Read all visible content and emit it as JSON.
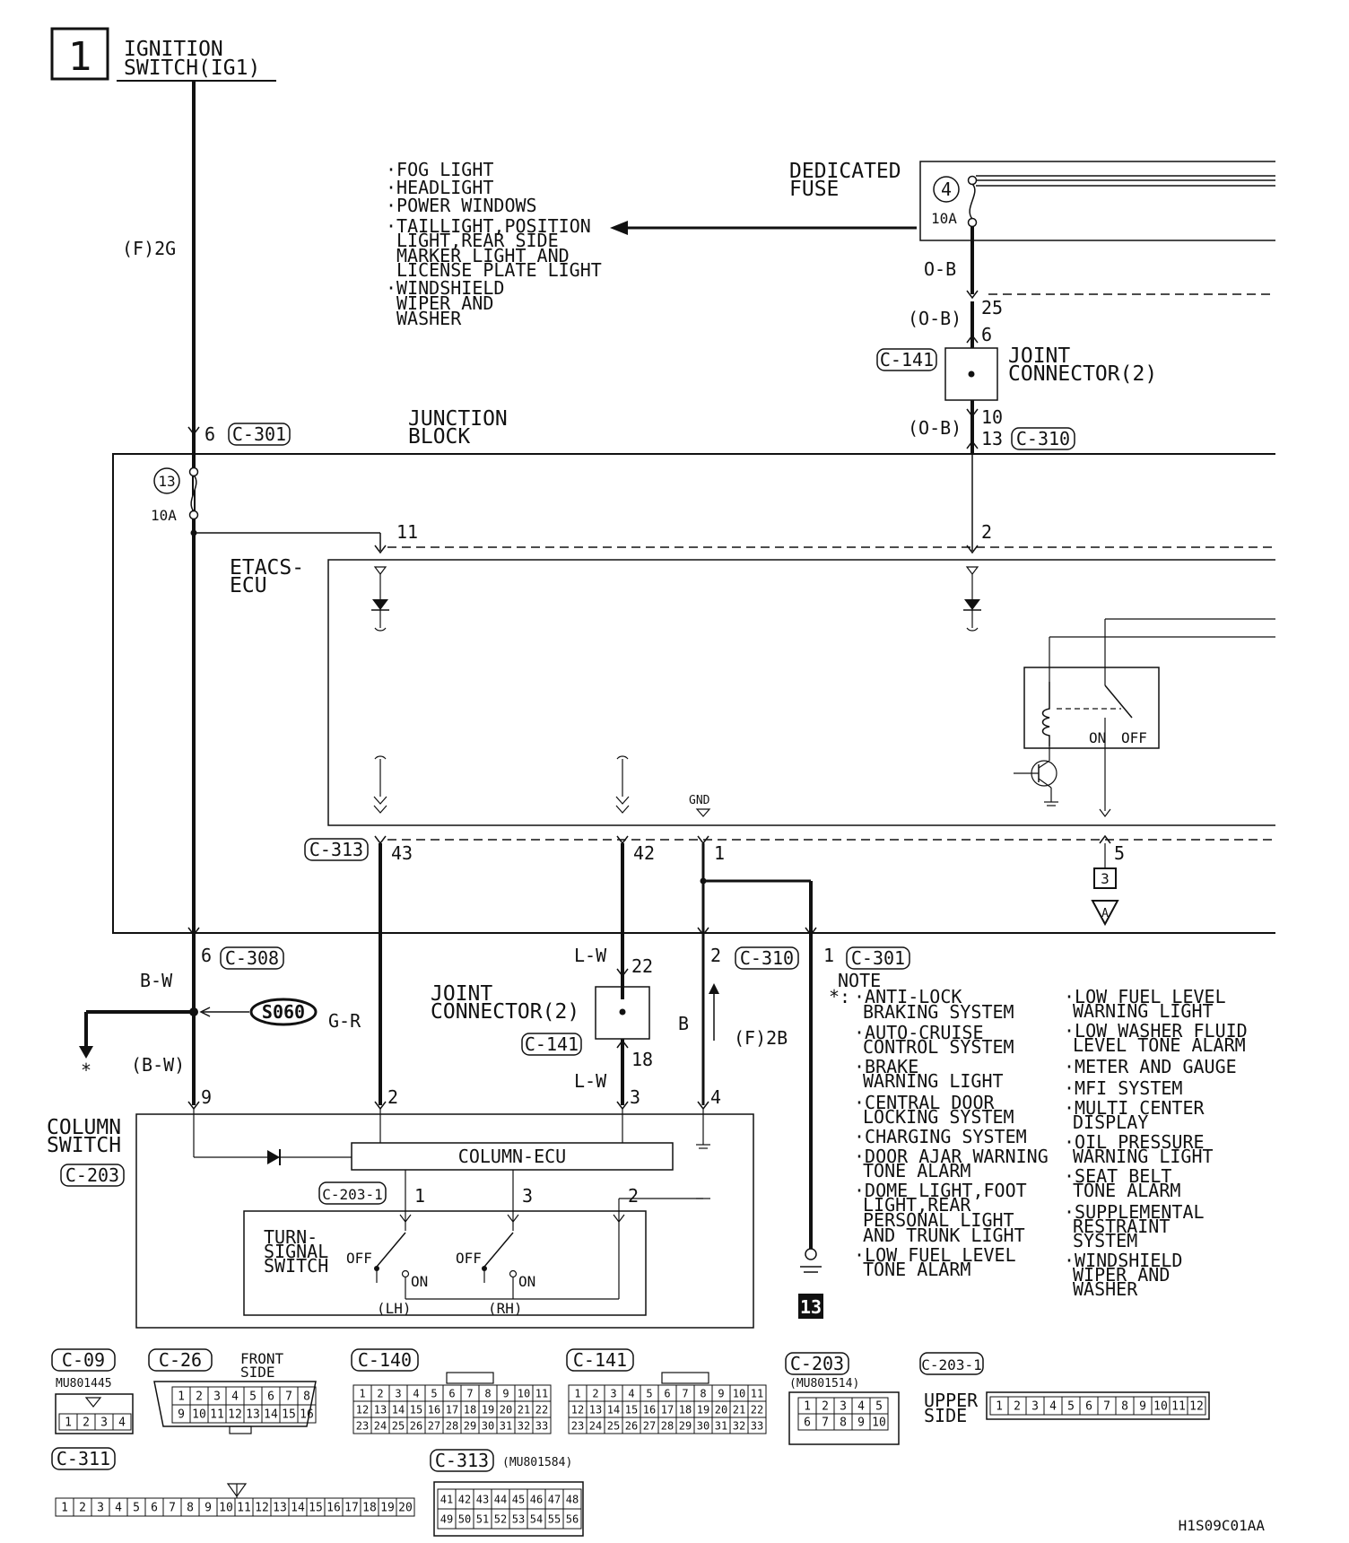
{
  "page_number": "1",
  "ignition": {
    "line1": "IGNITION",
    "line2": "SWITCH(IG1)",
    "wire": "(F)2G",
    "pin": "6",
    "conn": "C-301"
  },
  "fuse_list": [
    "·FOG LIGHT",
    "·HEADLIGHT",
    "·POWER WINDOWS",
    "·TAILLIGHT,POSITION",
    "LIGHT,REAR SIDE",
    "MARKER LIGHT AND",
    "LICENSE PLATE LIGHT",
    "·WINDSHIELD",
    "WIPER AND",
    "WASHER"
  ],
  "dedicated_fuse": {
    "line1": "DEDICATED",
    "line2": "FUSE",
    "fuse_no": "4",
    "rating": "10A",
    "wire": "O-B",
    "pin_a": "25",
    "wire2": "(O-B)",
    "pin_b": "6"
  },
  "joint_connector_top": {
    "conn": "C-141",
    "line1": "JOINT",
    "line2": "CONNECTOR(2)",
    "pin_a": "10",
    "pin_b": "13",
    "wire": "(O-B)",
    "conn2": "C-310"
  },
  "junction_block": {
    "line1": "JUNCTION",
    "line2": "BLOCK",
    "fuse_no": "13",
    "rating": "10A",
    "pin_left": "11",
    "pin_right": "2"
  },
  "etacs": {
    "line1": "ETACS-",
    "line2": "ECU",
    "gnd": "GND",
    "relay_on": "ON",
    "relay_off": "OFF"
  },
  "lower_pins": {
    "conn_left": "C-313",
    "p43": "43",
    "p42": "42",
    "p1": "1",
    "p5": "5",
    "ref_box": "3",
    "ref_tri": "A"
  },
  "jb_bottom": {
    "pin6": "6",
    "conn308": "C-308",
    "pin2": "2",
    "conn310": "C-310",
    "pin1": "1",
    "conn301": "C-301"
  },
  "wires": {
    "bw": "B-W",
    "bw_paren": "(B-W)",
    "gr": "G-R",
    "lw_top": "L-W",
    "lw_bot": "L-W",
    "b": "B",
    "f2b": "(F)2B",
    "s060": "S060",
    "star": "*"
  },
  "joint_connector_bottom": {
    "line1": "JOINT",
    "line2": "CONNECTOR(2)",
    "conn": "C-141",
    "pin_a": "22",
    "pin_b": "18"
  },
  "column_switch": {
    "line1": "COLUMN",
    "line2": "SWITCH",
    "conn": "C-203",
    "pin9": "9",
    "pin2": "2",
    "pin3": "3",
    "pin4": "4",
    "ecu": "COLUMN-ECU",
    "conn_sub": "C-203-1",
    "s1": "1",
    "s3": "3",
    "s2": "2",
    "ts1": "TURN-",
    "ts2": "SIGNAL",
    "ts3": "SWITCH",
    "off": "OFF",
    "on": "ON",
    "lh": "(LH)",
    "rh": "(RH)"
  },
  "ground_no": "13",
  "note": {
    "title": "NOTE",
    "star": "*:",
    "col1": [
      "·ANTI-LOCK",
      "BRAKING SYSTEM",
      "·AUTO-CRUISE",
      "CONTROL SYSTEM",
      "·BRAKE",
      "WARNING LIGHT",
      "·CENTRAL DOOR",
      "LOCKING SYSTEM",
      "·CHARGING SYSTEM",
      "·DOOR AJAR WARNING",
      "TONE ALARM",
      "·DOME LIGHT,FOOT",
      "LIGHT,REAR",
      "PERSONAL LIGHT",
      "AND TRUNK LIGHT",
      "·LOW FUEL LEVEL",
      "TONE ALARM"
    ],
    "col2": [
      "·LOW FUEL LEVEL",
      "WARNING LIGHT",
      "·LOW WASHER FLUID",
      "LEVEL TONE ALARM",
      "·METER AND GAUGE",
      "·MFI SYSTEM",
      "·MULTI CENTER",
      "DISPLAY",
      "·OIL PRESSURE",
      "WARNING LIGHT",
      "·SEAT BELT",
      "TONE ALARM",
      "·SUPPLEMENTAL",
      "RESTRAINT",
      "SYSTEM",
      "·WINDSHIELD",
      "WIPER AND",
      "WASHER"
    ]
  },
  "connectors": {
    "c09": {
      "name": "C-09",
      "part": "MU801445",
      "pins": [
        "1",
        "2",
        "3",
        "4"
      ]
    },
    "c26": {
      "name": "C-26",
      "side1": "FRONT",
      "side2": "SIDE",
      "row1": [
        "1",
        "2",
        "3",
        "4",
        "5",
        "6",
        "7",
        "8"
      ],
      "row2": [
        "9",
        "10",
        "11",
        "12",
        "13",
        "14",
        "15",
        "16"
      ]
    },
    "c140": {
      "name": "C-140",
      "rows": [
        [
          "1",
          "2",
          "3",
          "4",
          "5",
          "6",
          "7",
          "8",
          "9",
          "10",
          "11"
        ],
        [
          "12",
          "13",
          "14",
          "15",
          "16",
          "17",
          "18",
          "19",
          "20",
          "21",
          "22"
        ],
        [
          "23",
          "24",
          "25",
          "26",
          "27",
          "28",
          "29",
          "30",
          "31",
          "32",
          "33"
        ]
      ]
    },
    "c141": {
      "name": "C-141",
      "rows": [
        [
          "1",
          "2",
          "3",
          "4",
          "5",
          "6",
          "7",
          "8",
          "9",
          "10",
          "11"
        ],
        [
          "12",
          "13",
          "14",
          "15",
          "16",
          "17",
          "18",
          "19",
          "20",
          "21",
          "22"
        ],
        [
          "23",
          "24",
          "25",
          "26",
          "27",
          "28",
          "29",
          "30",
          "31",
          "32",
          "33"
        ]
      ]
    },
    "c203": {
      "name": "C-203",
      "part": "(MU801514)",
      "row1": [
        "1",
        "2",
        "3",
        "4",
        "5"
      ],
      "row2": [
        "6",
        "7",
        "8",
        "9",
        "10"
      ]
    },
    "c2031": {
      "name": "C-203-1",
      "side1": "UPPER",
      "side2": "SIDE",
      "pins": [
        "1",
        "2",
        "3",
        "4",
        "5",
        "6",
        "7",
        "8",
        "9",
        "10",
        "11",
        "12"
      ]
    },
    "c311": {
      "name": "C-311",
      "pins": [
        "1",
        "2",
        "3",
        "4",
        "5",
        "6",
        "7",
        "8",
        "9",
        "10",
        "11",
        "12",
        "13",
        "14",
        "15",
        "16",
        "17",
        "18",
        "19",
        "20"
      ]
    },
    "c313": {
      "name": "C-313",
      "part": "(MU801584)",
      "row1": [
        "41",
        "42",
        "43",
        "44",
        "45",
        "46",
        "47",
        "48"
      ],
      "row2": [
        "49",
        "50",
        "51",
        "52",
        "53",
        "54",
        "55",
        "56"
      ]
    }
  },
  "diagram_code": "H1S09C01AA"
}
